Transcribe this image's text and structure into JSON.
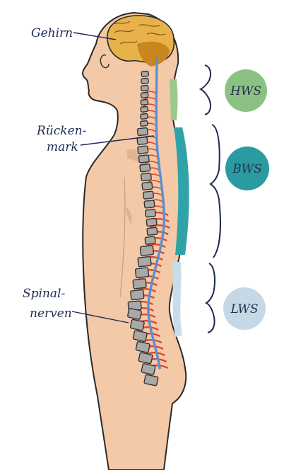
{
  "labels": {
    "brain": "Gehirn",
    "spinal_cord_line1": "Rücken-",
    "spinal_cord_line2": "mark",
    "spinal_nerves_line1": "Spinal-",
    "spinal_nerves_line2": "nerven"
  },
  "regions": [
    {
      "label": "HWS",
      "color": "#8cc184",
      "band_color": "#9ac98d"
    },
    {
      "label": "BWS",
      "color": "#2a9ba0",
      "band_color": "#2fa3a7"
    },
    {
      "label": "LWS",
      "color": "#c6d8e6",
      "band_color": "#c9dce9"
    }
  ],
  "colors": {
    "skin": "#f3c9a8",
    "skin_outline": "#2a2a2a",
    "brain": "#e8b24a",
    "brain_dark": "#c9851e",
    "vertebra": "#a9aaa8",
    "cord": "#5b8fd0",
    "nerves": "#e0472e",
    "ink": "#1f2a55"
  }
}
